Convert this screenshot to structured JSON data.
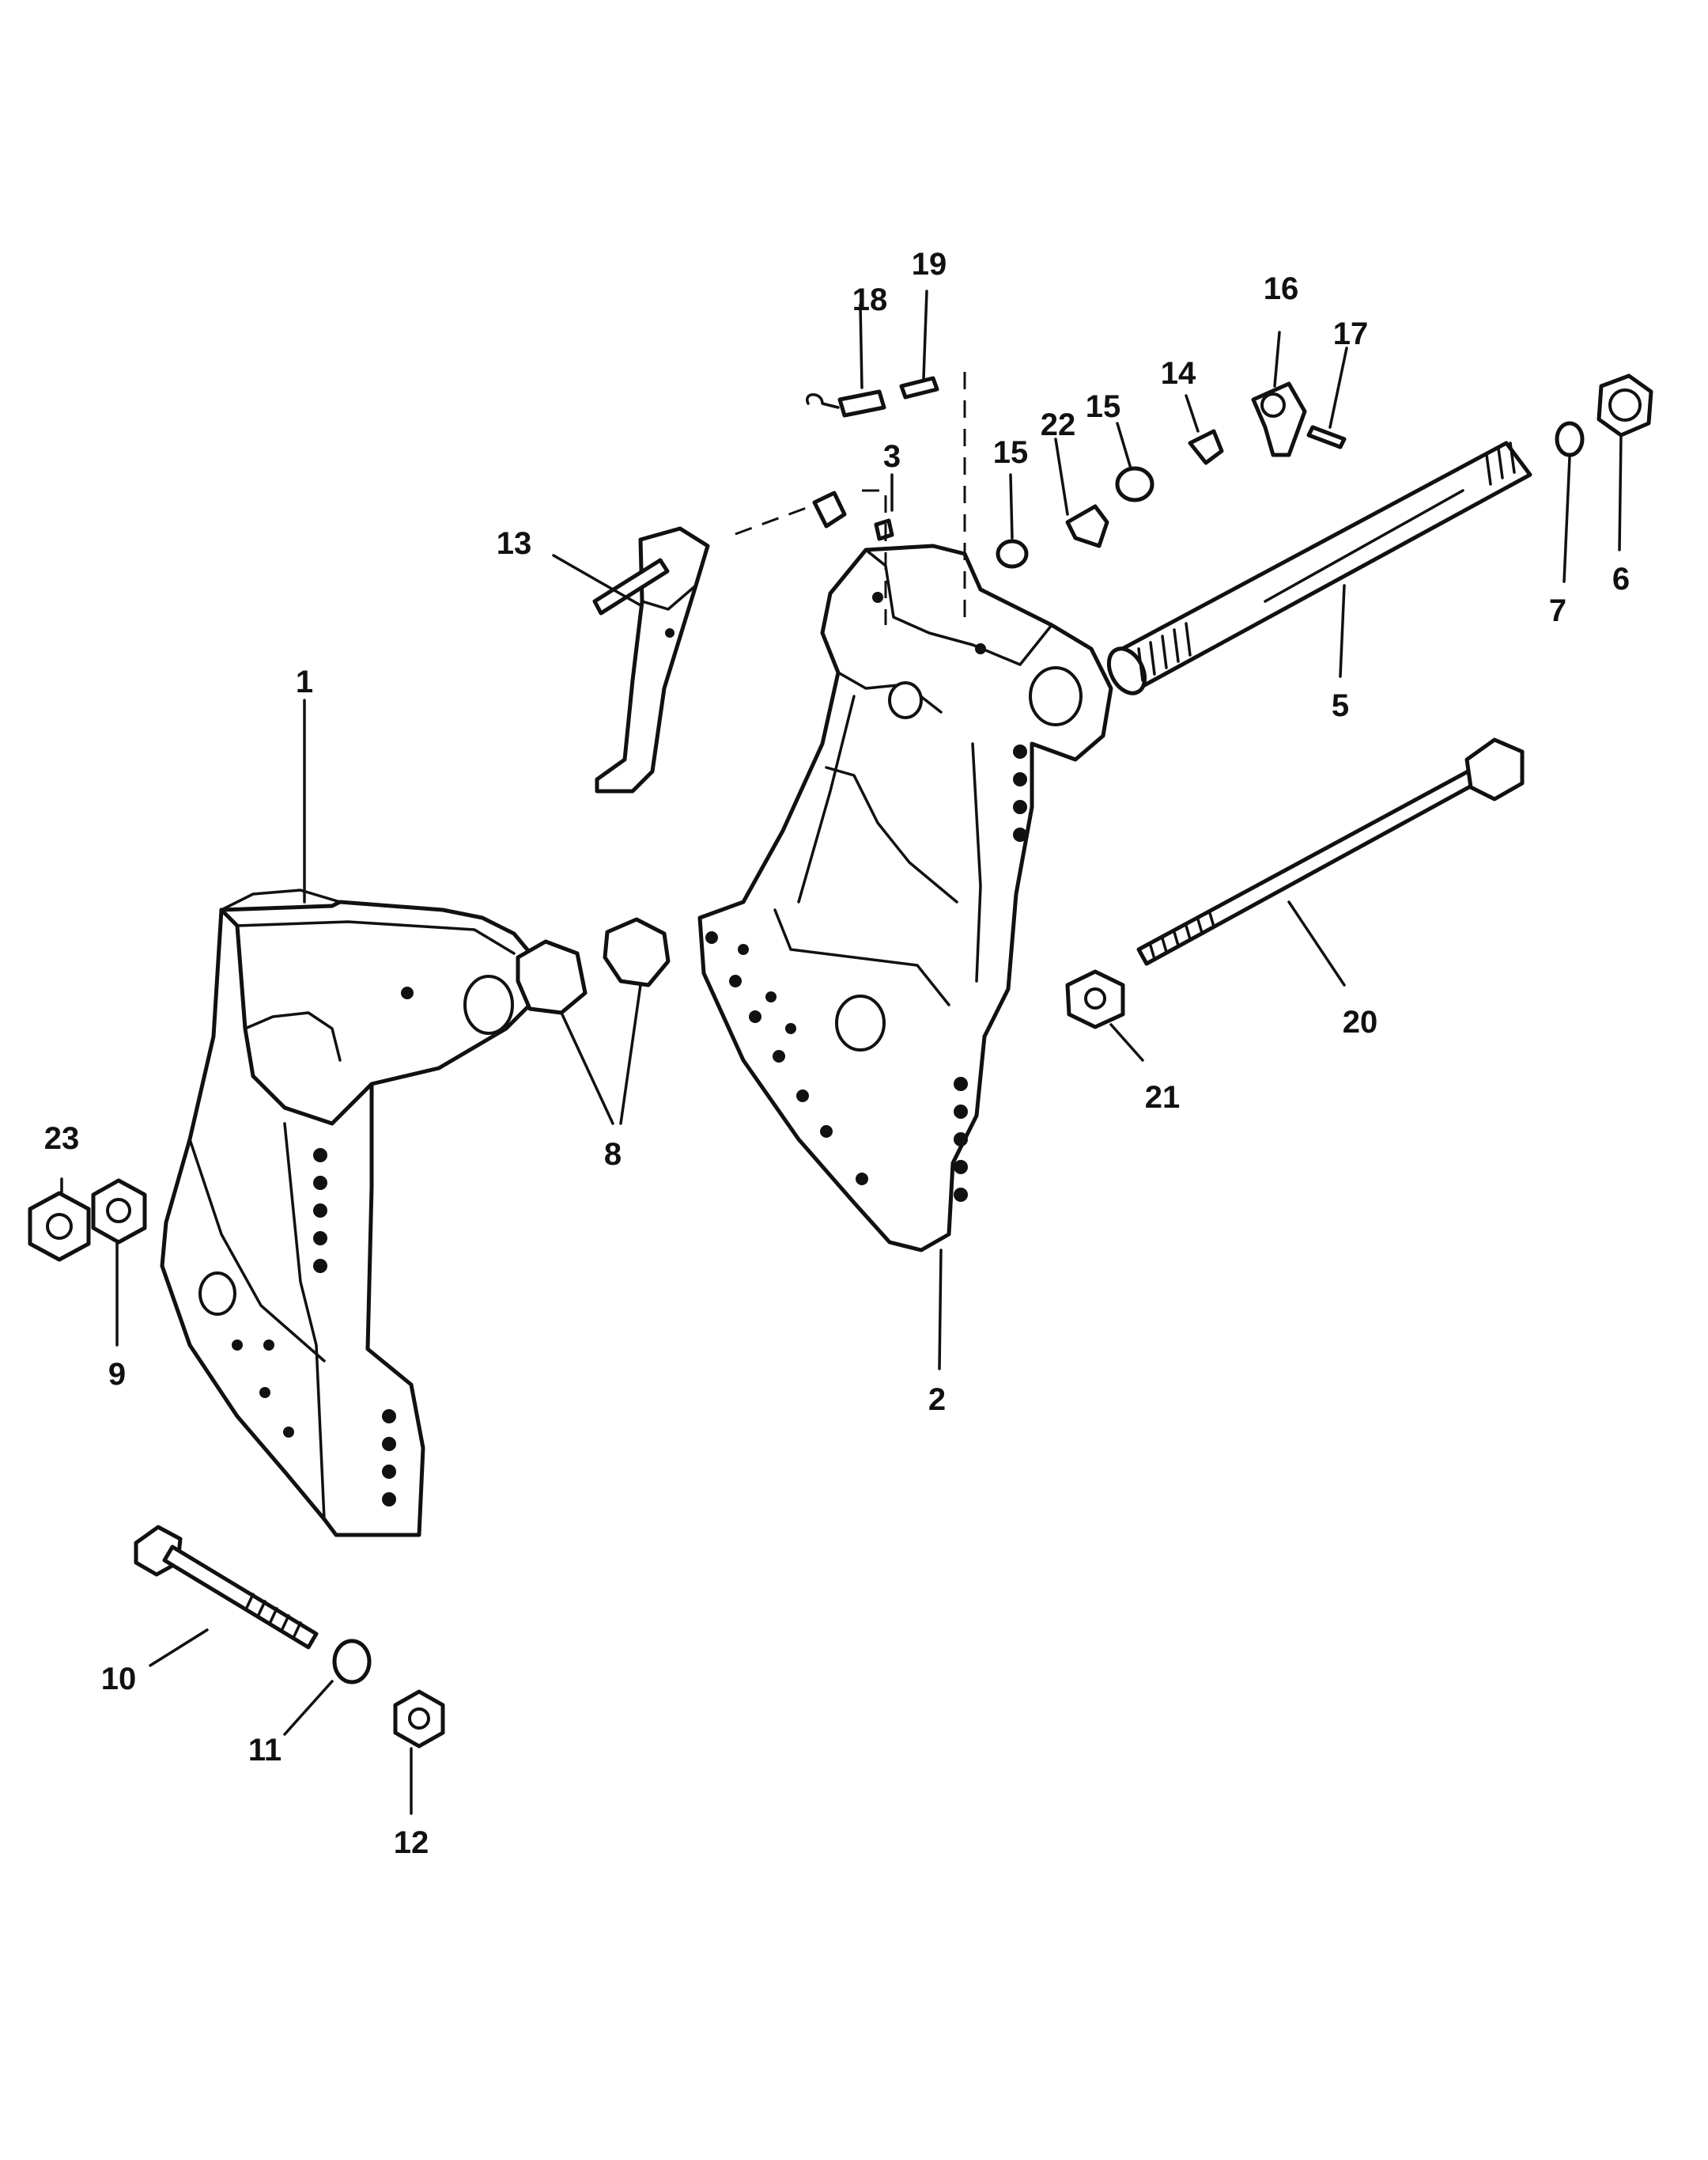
{
  "diagram": {
    "callouts": {
      "c1": "1",
      "c2": "2",
      "c3": "3",
      "c5": "5",
      "c6": "6",
      "c7": "7",
      "c8": "8",
      "c9": "9",
      "c10": "10",
      "c11": "11",
      "c12": "12",
      "c13": "13",
      "c14": "14",
      "c15a": "15",
      "c15b": "15",
      "c16": "16",
      "c17": "17",
      "c18": "18",
      "c19": "19",
      "c20": "20",
      "c21": "21",
      "c22": "22",
      "c23": "23"
    }
  }
}
